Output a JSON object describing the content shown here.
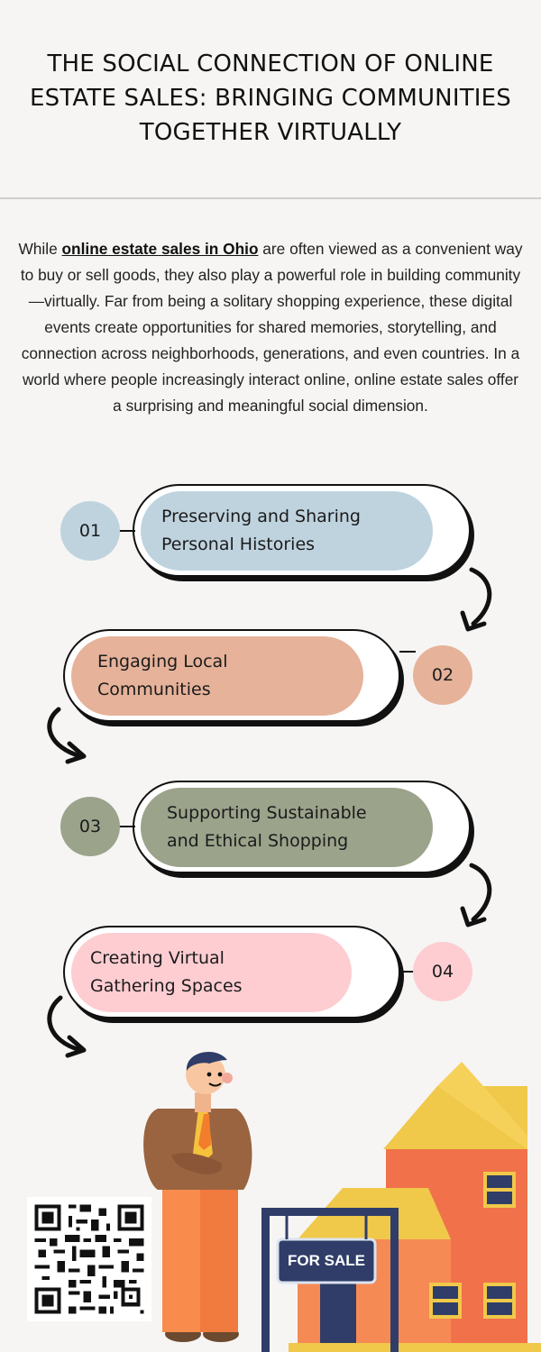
{
  "title": "THE SOCIAL CONNECTION OF ONLINE ESTATE SALES: BRINGING COMMUNITIES TOGETHER VIRTUALLY",
  "intro": {
    "prefix": "While ",
    "link_text": "online estate sales in Ohio",
    "suffix": " are often viewed as a convenient way to buy or sell goods, they also play a powerful role in building community—virtually. Far from being a solitary shopping experience, these digital events create opportunities for shared memories, storytelling, and connection across neighborhoods, generations, and even countries. In a world where people increasingly interact online, online estate sales offer a surprising and meaningful social dimension."
  },
  "steps": [
    {
      "number": "01",
      "line1": "Preserving and Sharing",
      "line2": "Personal Histories",
      "color": "#bfd3df"
    },
    {
      "number": "02",
      "line1": "Engaging Local",
      "line2": "Communities",
      "color": "#e6b29a"
    },
    {
      "number": "03",
      "line1": "Supporting Sustainable",
      "line2": "and Ethical Shopping",
      "color": "#9ba38b"
    },
    {
      "number": "04",
      "line1": "Creating Virtual",
      "line2": "Gathering Spaces",
      "color": "#fdcdd2"
    }
  ],
  "sign": {
    "text": "FOR SALE"
  },
  "icons": [
    "arrow-curve-icon",
    "qr-code-icon",
    "businessman-illustration",
    "house-illustration"
  ]
}
